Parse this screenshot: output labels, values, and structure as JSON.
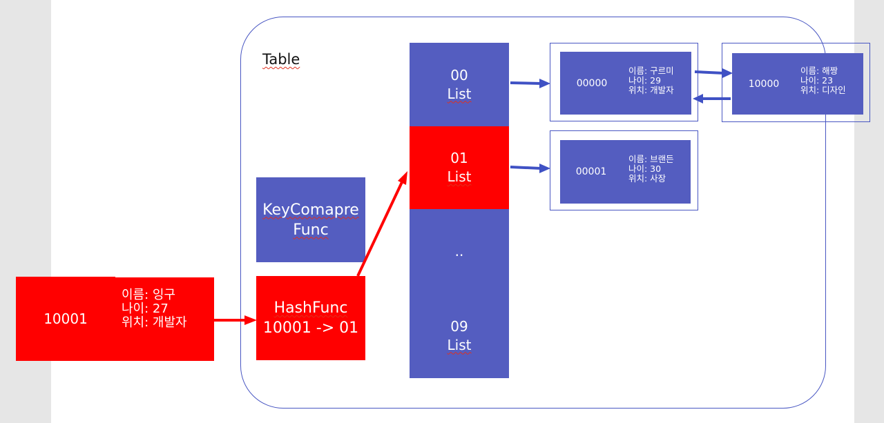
{
  "table": {
    "title": "Table"
  },
  "buckets": [
    {
      "index": "00",
      "label": "List"
    },
    {
      "index": "01",
      "label": "List"
    },
    {
      "ellipsis": ".."
    },
    {
      "index": "09",
      "label": "List"
    }
  ],
  "nodes": [
    {
      "key": "00000",
      "info": [
        "이름: 구르미",
        "나이: 29",
        "위치: 개발자"
      ]
    },
    {
      "key": "10000",
      "info": [
        "이름: 해짱",
        "나이: 23",
        "위치: 디자인"
      ]
    },
    {
      "key": "00001",
      "info": [
        "이름: 브랜든",
        "나이: 30",
        "위치: 사장"
      ]
    }
  ],
  "input_record": {
    "key": "10001",
    "info": [
      "이름: 잉구",
      "나이: 27",
      "위치: 개발자"
    ]
  },
  "functions": {
    "key_compare": {
      "line1": "KeyComapre",
      "line2": "Func"
    },
    "hash": {
      "line1": "HashFunc",
      "line2": "10001 -> 01"
    }
  },
  "colors": {
    "blue": "#545dc0",
    "red": "#ff0000",
    "outline": "#4755c2",
    "arrow_blue": "#3f51c4",
    "arrow_red": "#ff0000"
  }
}
